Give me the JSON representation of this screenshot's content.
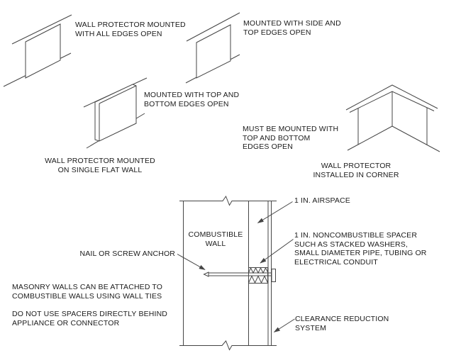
{
  "title": "Wall protector mounting diagram",
  "colors": {
    "ink": "#454545",
    "text": "#1b1b1b",
    "background": "#ffffff"
  },
  "views": {
    "all_edges_open": {
      "caption": "WALL PROTECTOR MOUNTED\nWITH ALL EDGES OPEN"
    },
    "side_top_open": {
      "caption": "MOUNTED WITH SIDE AND\nTOP EDGES OPEN"
    },
    "top_bottom_open": {
      "caption": "MOUNTED WITH TOP AND\nBOTTOM EDGES OPEN",
      "footer_caption": "WALL PROTECTOR MOUNTED\nON SINGLE FLAT WALL"
    },
    "corner": {
      "note": "MUST BE MOUNTED WITH\nTOP AND BOTTOM\nEDGES OPEN",
      "caption": "WALL PROTECTOR\nINSTALLED IN CORNER"
    },
    "cross_section": {
      "wall_label": "COMBUSTIBLE\nWALL",
      "nail_label": "NAIL OR SCREW ANCHOR",
      "airspace_label": "1 IN. AIRSPACE",
      "spacer_label": "1 IN. NONCOMBUSTIBLE SPACER\nSUCH AS STACKED WASHERS,\nSMALL DIAMETER PIPE, TUBING OR\nELECTRICAL CONDUIT",
      "clearance_label": "CLEARANCE REDUCTION\nSYSTEM",
      "note_masonry": "MASONRY WALLS CAN BE ATTACHED TO\nCOMBUSTIBLE WALLS USING WALL TIES",
      "note_spacers": "DO NOT USE SPACERS DIRECTLY BEHIND\nAPPLIANCE OR CONNECTOR"
    }
  }
}
